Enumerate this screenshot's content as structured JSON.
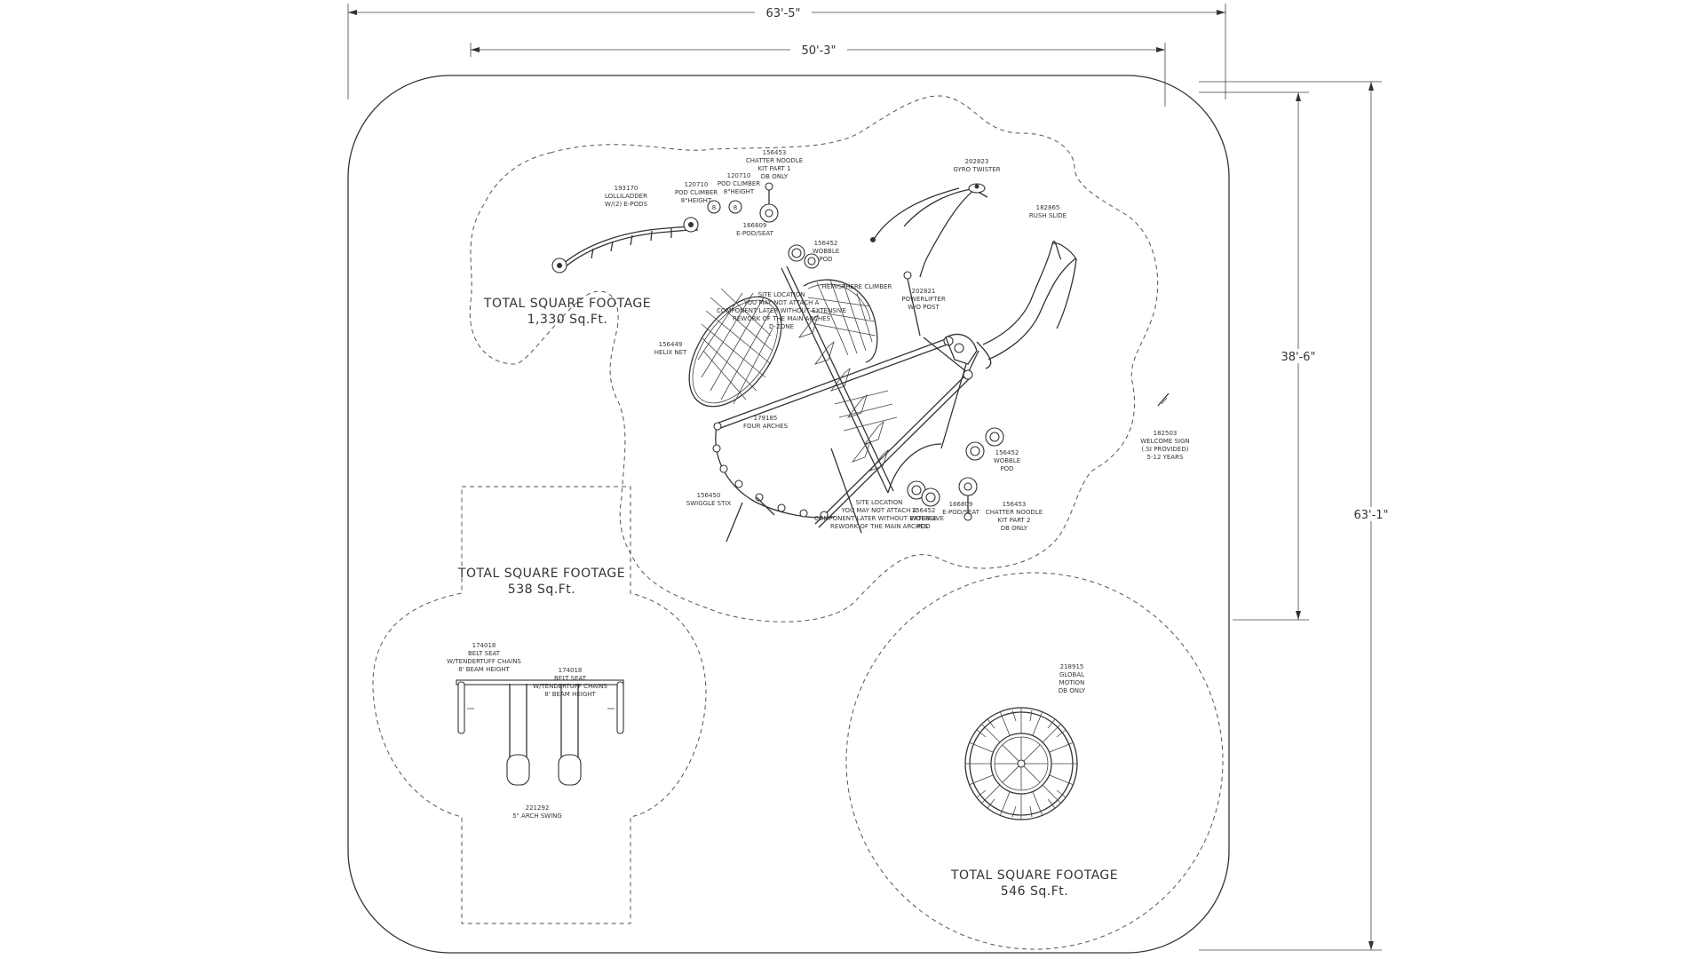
{
  "dimensions": {
    "overall_width": "63'-5\"",
    "inner_width": "50'-3\"",
    "overall_height": "63'-1\"",
    "inner_height": "38'-6\""
  },
  "zones": {
    "main": {
      "title": "TOTAL SQUARE FOOTAGE",
      "area": "1,330 Sq.Ft."
    },
    "swing": {
      "title": "TOTAL SQUARE FOOTAGE",
      "area": "538 Sq.Ft."
    },
    "spinner": {
      "title": "TOTAL SQUARE FOOTAGE",
      "area": "546 Sq.Ft."
    }
  },
  "components": {
    "lolliladder": [
      "193170",
      "LOLLILADDER",
      "W/(2) E-PODS"
    ],
    "pod_climber_1": [
      "120710",
      "POD CLIMBER",
      "8\"HEIGHT"
    ],
    "pod_climber_2": [
      "120710",
      "POD CLIMBER",
      "8\"HEIGHT"
    ],
    "chatter_noodle_1": [
      "156453",
      "CHATTER NOODLE",
      "KIT PART 1",
      "DB ONLY"
    ],
    "e_pod_seat_1": [
      "166809",
      "E-POD/SEAT"
    ],
    "wobble_pod_1": [
      "156452",
      "WOBBLE",
      "POD"
    ],
    "gyro_twister": [
      "202823",
      "GYRO TWISTER"
    ],
    "rush_slide": [
      "182865",
      "RUSH SLIDE"
    ],
    "hemisphere_climber": [
      "HEMISPHERE CLIMBER"
    ],
    "powerlifter": [
      "202821",
      "POWERLIFTER",
      "W/O POST"
    ],
    "site_location_1": [
      "SITE LOCATION",
      "YOU MAY NOT ATTACH A",
      "COMPONENT LATER WITHOUT EXTENSIVE",
      "REWORK OF THE MAIN ARCHES",
      "D-ZONE"
    ],
    "helix_net": [
      "156449",
      "HELIX NET"
    ],
    "four_arches": [
      "179185",
      "FOUR ARCHES"
    ],
    "swiggle_stix": [
      "156450",
      "SWIGGLE STIX"
    ],
    "site_location_2": [
      "SITE LOCATION",
      "YOU MAY NOT ATTACH A",
      "COMPONENT LATER WITHOUT EXTENSIVE",
      "REWORK OF THE MAIN ARCHES"
    ],
    "wobble_pod_3": [
      "156452",
      "WOBBLE",
      "POD"
    ],
    "e_pod_seat_2": [
      "166809",
      "E-POD/SEAT"
    ],
    "chatter_noodle_2": [
      "156453",
      "CHATTER NOODLE",
      "KIT PART 2",
      "DB ONLY"
    ],
    "wobble_pod_2": [
      "156452",
      "WOBBLE",
      "POD"
    ],
    "welcome_sign": [
      "182503",
      "WELCOME SIGN",
      "(.SI PROVIDED)",
      "5-12 YEARS"
    ],
    "belt_seat_1": [
      "174018",
      "BELT SEAT",
      "W/TENDERTUFF CHAINS",
      "8' BEAM HEIGHT"
    ],
    "belt_seat_2": [
      "174018",
      "BELT SEAT",
      "W/TENDERTUFF CHAINS",
      "8' BEAM HEIGHT"
    ],
    "arch_swing": [
      "221292",
      "5\" ARCH SWING"
    ],
    "global_motion": [
      "218915",
      "GLOBAL",
      "MOTION",
      "DB ONLY"
    ]
  }
}
